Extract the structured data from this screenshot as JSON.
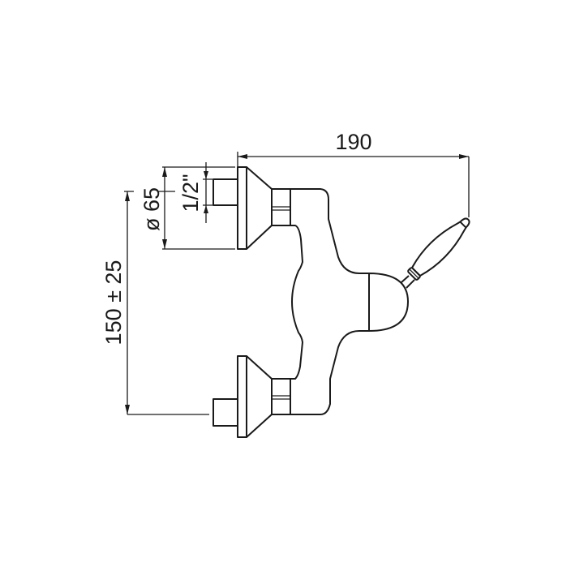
{
  "dimensions": {
    "width": "190",
    "diameter": "ø 65",
    "thread": "1/2\"",
    "center_distance": "150 ± 25"
  },
  "line_color": "#1a1a1a"
}
